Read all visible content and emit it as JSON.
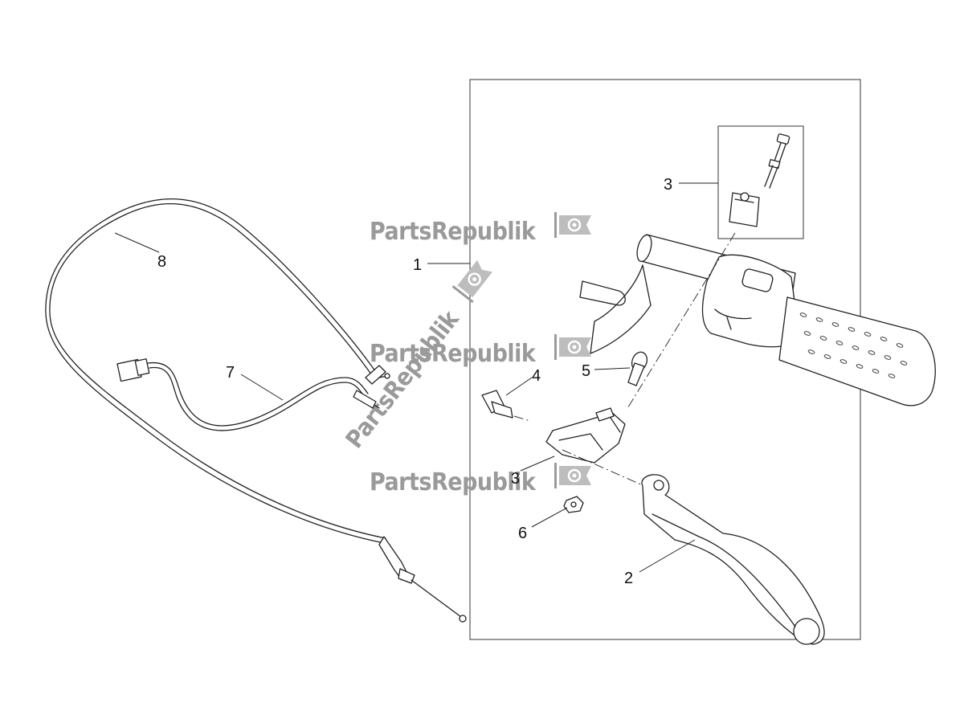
{
  "callouts": {
    "c1": "1",
    "c2": "2",
    "c3": "3",
    "c3b": "3",
    "c4": "4",
    "c5": "5",
    "c6": "6",
    "c7": "7",
    "c8": "8"
  },
  "watermark": {
    "text": "PartsRepublik",
    "color": "#9a9a9a",
    "icon": "gear-flag-icon"
  },
  "colors": {
    "line": "#222222",
    "background": "#ffffff"
  }
}
